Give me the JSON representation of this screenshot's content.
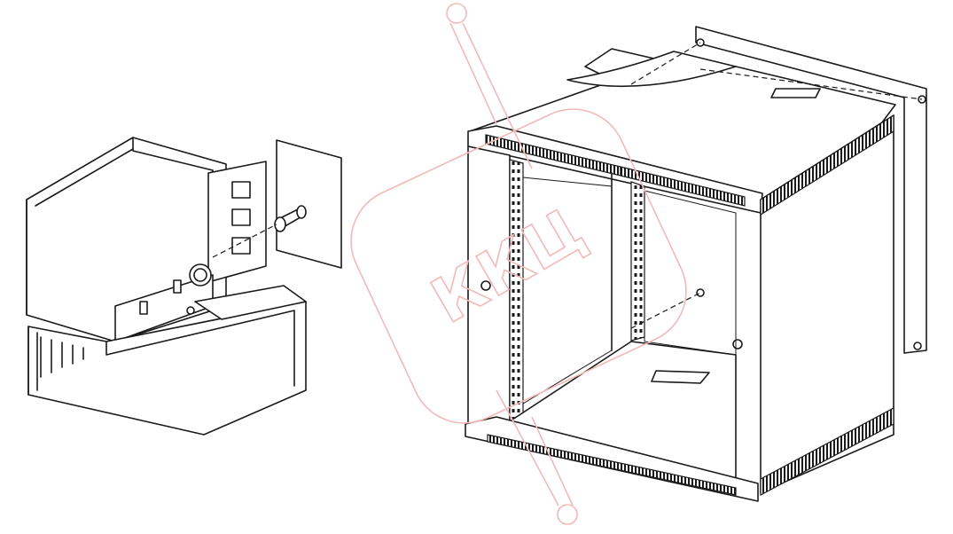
{
  "watermark": {
    "text": "ККЦ",
    "color": "#f3b9b9"
  },
  "figures": [
    "wall-bracket-detail",
    "wall-mount-cabinet"
  ]
}
